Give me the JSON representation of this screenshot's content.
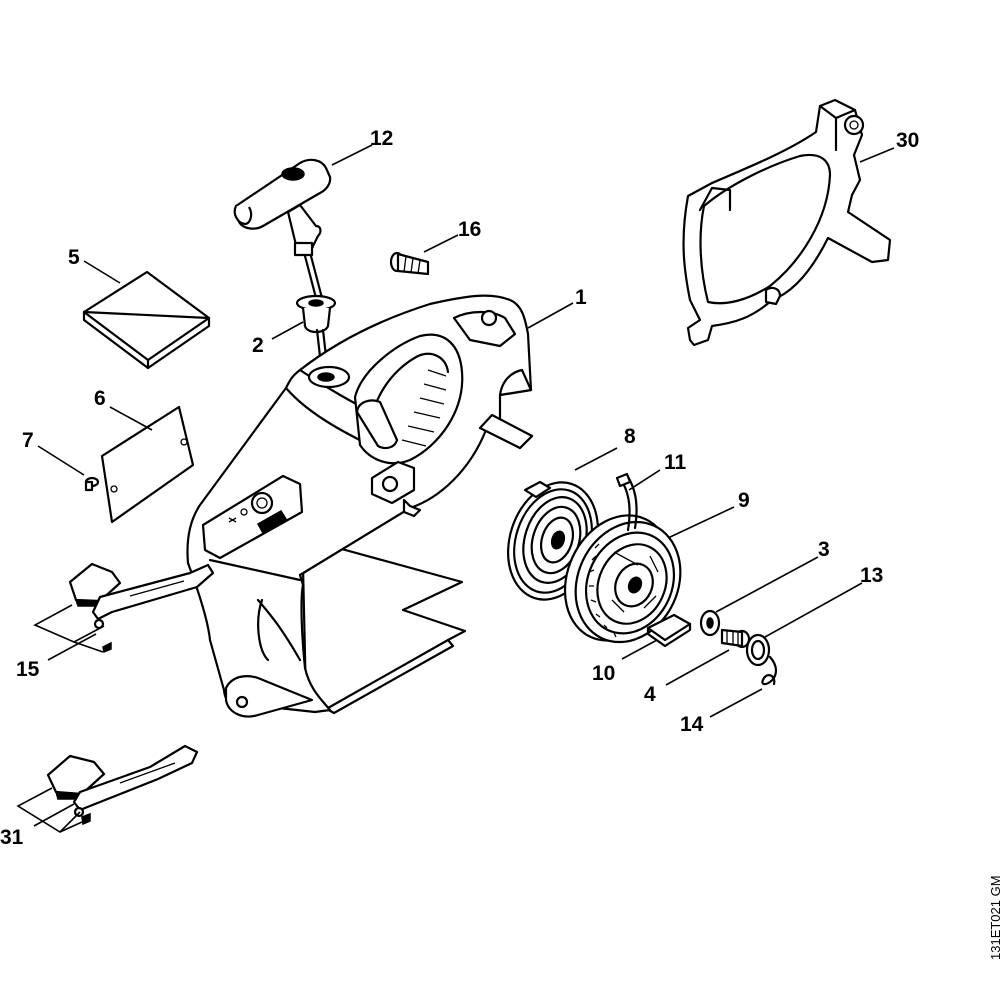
{
  "diagram": {
    "callouts": [
      {
        "id": "c12",
        "label": "12",
        "part": "starter-grip-with-rope"
      },
      {
        "id": "c16",
        "label": "16",
        "part": "screw"
      },
      {
        "id": "c5",
        "label": "5",
        "part": "cover-pad"
      },
      {
        "id": "c2",
        "label": "2",
        "part": "rope-guide-bushing"
      },
      {
        "id": "c1",
        "label": "1",
        "part": "fan-housing"
      },
      {
        "id": "c30",
        "label": "30",
        "part": "shroud"
      },
      {
        "id": "c6",
        "label": "6",
        "part": "plate"
      },
      {
        "id": "c7",
        "label": "7",
        "part": "rivet-screw"
      },
      {
        "id": "c8",
        "label": "8",
        "part": "rewind-spring"
      },
      {
        "id": "c11",
        "label": "11",
        "part": "rope-end"
      },
      {
        "id": "c9",
        "label": "9",
        "part": "rope-rotor"
      },
      {
        "id": "c3",
        "label": "3",
        "part": "washer"
      },
      {
        "id": "c13",
        "label": "13",
        "part": "washer-ring"
      },
      {
        "id": "c15",
        "label": "15",
        "part": "switch-lever-assembly"
      },
      {
        "id": "c10",
        "label": "10",
        "part": "pawl"
      },
      {
        "id": "c4",
        "label": "4",
        "part": "screw"
      },
      {
        "id": "c14",
        "label": "14",
        "part": "spring-clip"
      },
      {
        "id": "c31",
        "label": "31",
        "part": "switch-lever-assembly-alt"
      }
    ],
    "reference_code": "131ET021 GM"
  }
}
